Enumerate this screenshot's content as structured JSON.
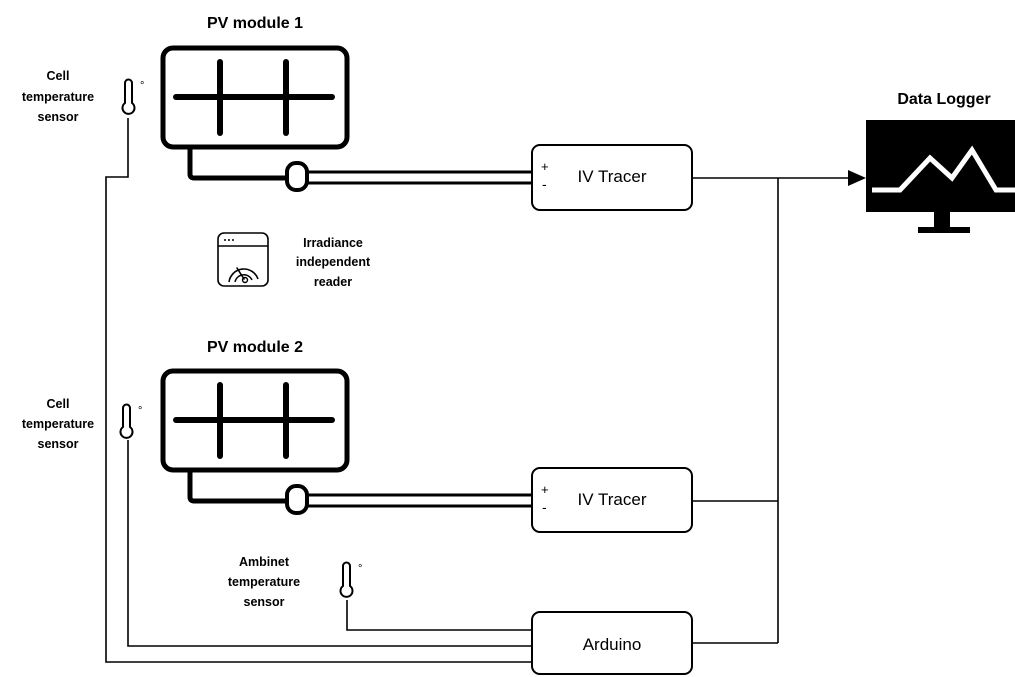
{
  "modules": [
    {
      "title": "PV module 1"
    },
    {
      "title": "PV module 2"
    }
  ],
  "sensors": {
    "cell_1": [
      "Cell",
      "temperature",
      "sensor"
    ],
    "cell_2": [
      "Cell",
      "temperature",
      "sensor"
    ],
    "ambient": [
      "Ambinet",
      "temperature",
      "sensor"
    ]
  },
  "irradiance": [
    "Irradiance",
    "independent",
    "reader"
  ],
  "tracers": [
    {
      "label": "IV Tracer",
      "plus": "+",
      "minus": "-"
    },
    {
      "label": "IV Tracer",
      "plus": "+",
      "minus": "-"
    }
  ],
  "arduino": {
    "label": "Arduino"
  },
  "logger": {
    "title": "Data Logger"
  },
  "degree_mark": "°"
}
